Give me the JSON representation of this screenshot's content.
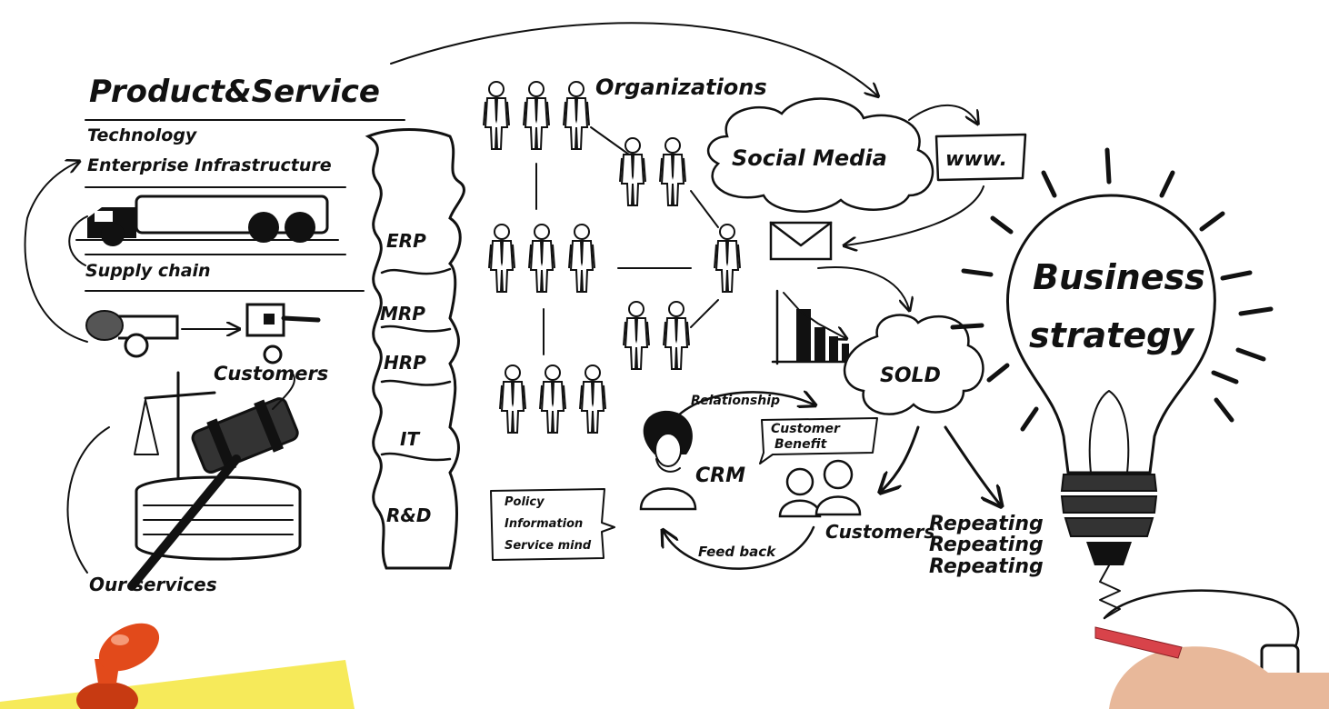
{
  "product_service": {
    "title": "Product&Service",
    "technology": "Technology",
    "enterprise": "Enterprise Infrastructure",
    "supply_chain": "Supply chain",
    "customers": "Customers",
    "our_services": "Our services"
  },
  "puzzle": [
    "ERP",
    "MRP",
    "HRP",
    "IT",
    "R&D"
  ],
  "organizations": "Organizations",
  "social_media": "Social Media",
  "www": "www.",
  "sold": "SOLD",
  "crm": {
    "relationship": "Relationship",
    "customer_benefit": [
      "Customer",
      "Benefit"
    ],
    "label": "CRM",
    "policy": [
      "Policy",
      "Information",
      "Service mind"
    ],
    "feedback": "Feed back",
    "customers": "Customers"
  },
  "repeating": [
    "Repeating",
    "Repeating",
    "Repeating"
  ],
  "bulb": [
    "Business",
    "strategy"
  ],
  "colors": {
    "ink": "#111111",
    "pin": "#e24a1b",
    "note": "#f6ea5a",
    "skin": "#e8b89a",
    "marker": "#d8434a"
  }
}
